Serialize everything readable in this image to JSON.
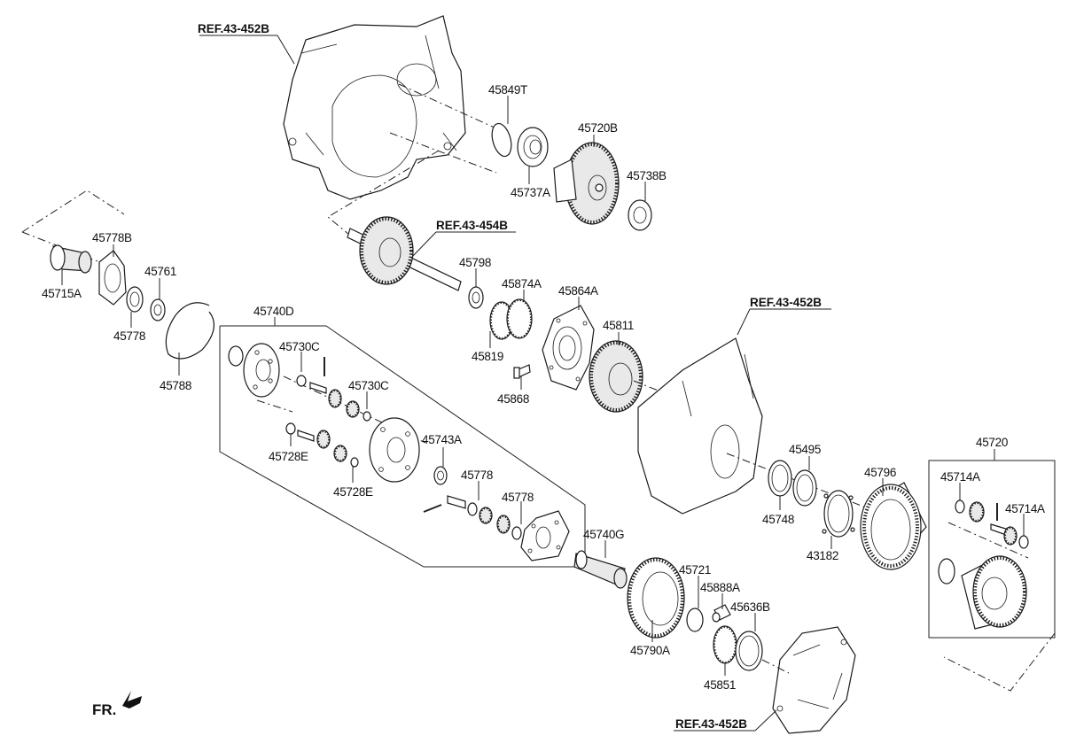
{
  "refs": {
    "ref_top": "REF.43-452B",
    "ref_shaft": "REF.43-454B",
    "ref_right": "REF.43-452B",
    "ref_bottom": "REF.43-452B"
  },
  "orientation": {
    "label": "FR."
  },
  "labels": {
    "p45849T": "45849T",
    "p45720B": "45720B",
    "p45737A": "45737A",
    "p45738B": "45738B",
    "p45778B": "45778B",
    "p45761": "45761",
    "p45715A": "45715A",
    "p45778_a": "45778",
    "p45788": "45788",
    "p45798": "45798",
    "p45874A": "45874A",
    "p45864A": "45864A",
    "p45811": "45811",
    "p45819": "45819",
    "p45868": "45868",
    "p45740D": "45740D",
    "p45730C_a": "45730C",
    "p45730C_b": "45730C",
    "p45743A": "45743A",
    "p45728E_a": "45728E",
    "p45728E_b": "45728E",
    "p45778_b": "45778",
    "p45778_c": "45778",
    "p45495": "45495",
    "p45720": "45720",
    "p45796": "45796",
    "p45714A_a": "45714A",
    "p45714A_b": "45714A",
    "p45748": "45748",
    "p43182": "43182",
    "p45740G": "45740G",
    "p45721": "45721",
    "p45888A": "45888A",
    "p45636B": "45636B",
    "p45790A": "45790A",
    "p45851": "45851"
  }
}
